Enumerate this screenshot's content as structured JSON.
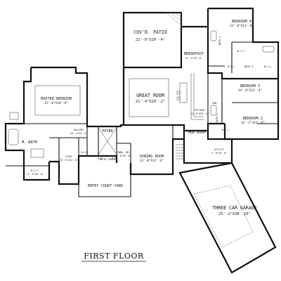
{
  "plan_title": "FIRST FLOOR",
  "rooms": {
    "covd_patio": {
      "name": "COV'D. PATIO",
      "dim": "22'-0\"X20'-4\""
    },
    "bedroom_4": {
      "name": "BEDROOM 4",
      "dim": "12'-0\"X13'-0\""
    },
    "bath_4": {
      "name": "BATH 4"
    },
    "wic_4": {
      "name": "W.I.C."
    },
    "breakfast": {
      "name": "BREAKFAST",
      "dim": "11'-0\"X9'-6\""
    },
    "bath_3": {
      "name": "BATH 3"
    },
    "wic_3": {
      "name": "W.I.C."
    },
    "bedroom_3": {
      "name": "BEDROOM 3",
      "dim": "14'-0\"X11'-4\""
    },
    "great_room": {
      "name": "GREAT ROOM",
      "dim": "21'-4\"X20'-2\""
    },
    "kitchen": {
      "name": "KITCHEN",
      "dim": "14'-6\"X20'-2\""
    },
    "pantry": {
      "name": "PAN."
    },
    "master_bedroom": {
      "name": "MASTER BEDROOM",
      "dim": "15'-0\"X16'-0\""
    },
    "bath_2": {
      "name": "BATH 2"
    },
    "wic_2": {
      "name": "W.I.C."
    },
    "bedroom_2": {
      "name": "BEDROOM 2",
      "dim": "12'-2\"X15'-8\""
    },
    "gallery": {
      "name": "GALLERY",
      "dim": "16'-4\"X5'-6\""
    },
    "foyer": {
      "name": "FOYER"
    },
    "mud_room": {
      "name": "MUD ROOM"
    },
    "m_bath": {
      "name": "M. BATH"
    },
    "study": {
      "name": "STUDY",
      "dim": "10'-6\"X12'-0\""
    },
    "wic_study": {
      "name": "W.I.C."
    },
    "entry_porch": {
      "name": "ENTRY PORCH"
    },
    "pwdr_rm": {
      "name": "PWDR. RM.",
      "dim": "6'-0\"X5'-6\""
    },
    "dining_room": {
      "name": "DINING ROOM",
      "dim": "13'-0\"X12'-4\""
    },
    "utility": {
      "name": "UTILITY",
      "dim": "7'-0\"X9'-0\""
    },
    "wic_master": {
      "name": "W.I.C.",
      "dim": "11'-0\"X6'-0\""
    },
    "entry_courtyard": {
      "name": "ENTRY COURT-YARD"
    },
    "garage": {
      "name": "THREE CAR GARAGE",
      "dim": "25'-2\"X38'-10\""
    }
  }
}
